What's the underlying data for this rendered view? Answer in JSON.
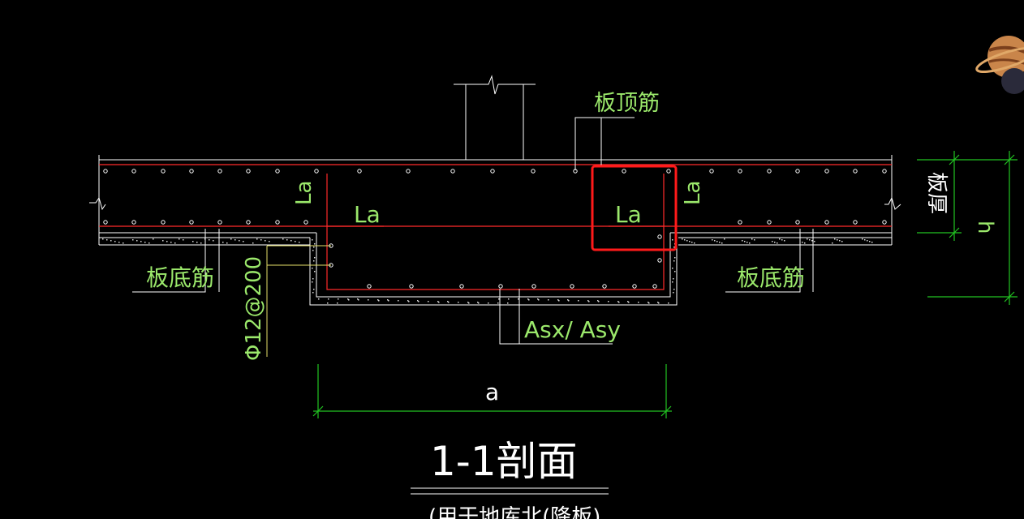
{
  "labels": {
    "plate_top_bars": "板顶筋",
    "plate_bottom_bars_left": "板底筋",
    "plate_bottom_bars_right": "板底筋",
    "la_vertical_left": "La",
    "la_horizontal_left": "La",
    "la_horizontal_right": "La",
    "la_vertical_right": "La",
    "plate_thickness": "板厚",
    "h": "h",
    "bar_spec": "Φ12@200",
    "asx_asy": "Asx/ Asy",
    "width_a": "a",
    "section_title": "1-1剖面",
    "section_subtitle": "(用于地库北(降板)"
  },
  "colors": {
    "background": "#000000",
    "text_annotation": "#9be86b",
    "rebar": "#ff2a2a",
    "dimension": "#22c422",
    "leader": "#e6e06a",
    "outline": "#ffffff",
    "highlight_box": "#ff1a1a"
  },
  "icons": {
    "corner_avatar": "planet-icon"
  }
}
